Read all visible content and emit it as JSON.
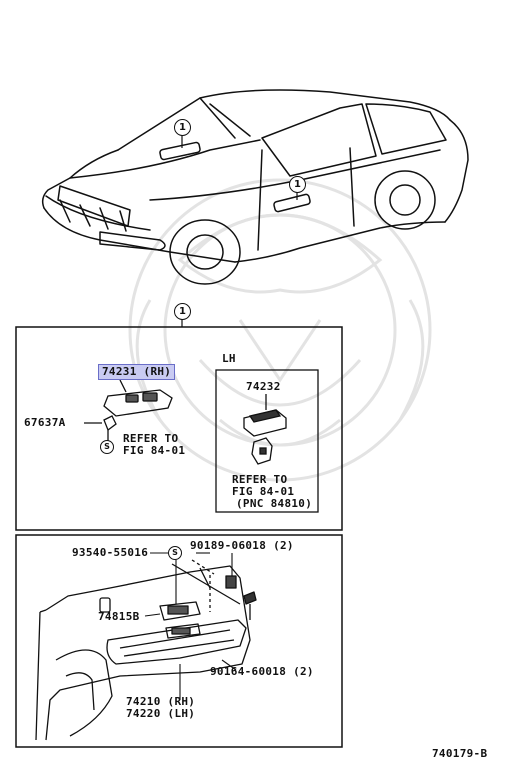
{
  "callouts": {
    "ref_number": "1",
    "screw_symbol": "S"
  },
  "panel_rh": {
    "part_main": "74231 (RH)",
    "part_screw": "67637A",
    "refer_line1": "REFER TO",
    "refer_line2": "FIG 84-01"
  },
  "panel_lh": {
    "title": "LH",
    "part_main": "74232",
    "refer_line1": "REFER TO",
    "refer_line2": "FIG 84-01",
    "refer_line3": "(PNC 84810)"
  },
  "panel_door": {
    "part_clip": "93540-55016",
    "part_bolt_top": "90189-06018 (2)",
    "part_bezel": "74815B",
    "part_bolt_bottom": "90164-60018 (2)",
    "part_armrest_rh": "74210 (RH)",
    "part_armrest_lh": "74220 (LH)"
  },
  "figure_id": "740179-B",
  "colors": {
    "line": "#111111",
    "highlight_fill": "#c9cbf2",
    "highlight_border": "#6a6ec8",
    "watermark": "#e3e3e3"
  }
}
